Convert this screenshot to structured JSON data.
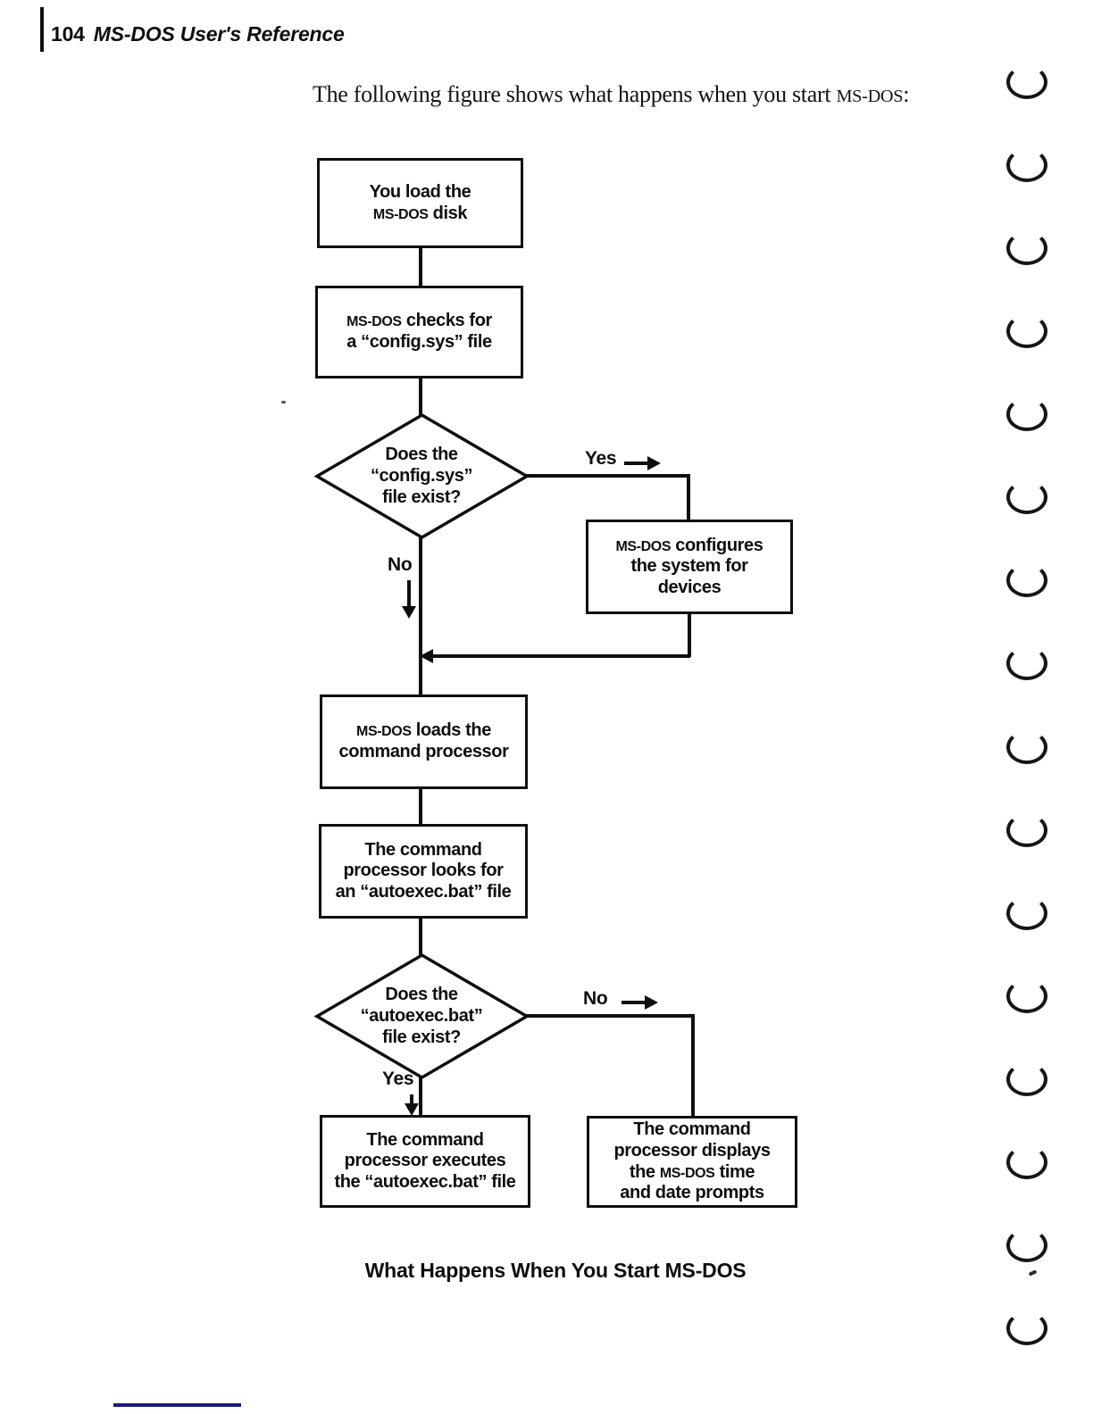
{
  "header": {
    "page_number": "104",
    "book_title": "MS-DOS User's Reference"
  },
  "intro": {
    "text": "The following figure shows what happens when you start MS-DOS:"
  },
  "flowchart": {
    "boxes": {
      "load_disk": {
        "lines": [
          "You load the",
          "MS-DOS disk"
        ]
      },
      "checks_config": {
        "lines": [
          "MS-DOS checks for",
          "a “config.sys” file"
        ]
      },
      "config_exists": {
        "lines": [
          "Does the",
          "“config.sys”",
          "file exist?"
        ]
      },
      "configures_devices": {
        "lines": [
          "MS-DOS configures",
          "the system for",
          "devices"
        ]
      },
      "loads_processor": {
        "lines": [
          "MS-DOS loads the",
          "command processor"
        ]
      },
      "looks_autoexec": {
        "lines": [
          "The command",
          "processor looks for",
          "an “autoexec.bat” file"
        ]
      },
      "autoexec_exists": {
        "lines": [
          "Does the",
          "“autoexec.bat”",
          "file exist?"
        ]
      },
      "executes_autoexec": {
        "lines": [
          "The command",
          "processor executes",
          "the “autoexec.bat” file"
        ]
      },
      "displays_prompts": {
        "lines": [
          "The command",
          "processor displays",
          "the MS-DOS time",
          "and date prompts"
        ]
      }
    },
    "branch_labels": {
      "config_yes": "Yes",
      "config_no": "No",
      "autoexec_no": "No",
      "autoexec_yes": "Yes"
    }
  },
  "caption": "What Happens When You Start MS-DOS",
  "colors": {
    "ink": "#0e0e0e",
    "accent_line": "#1a1a80",
    "paper": "#ffffff"
  }
}
